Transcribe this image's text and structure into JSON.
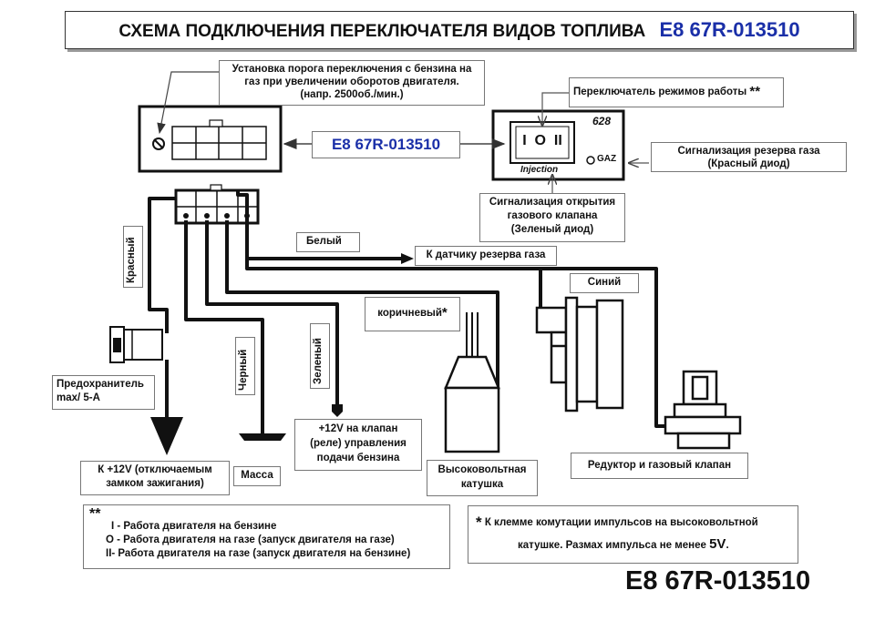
{
  "title": {
    "text": "СХЕМА ПОДКЛЮЧЕНИЯ ПЕРЕКЛЮЧАТЕЛЯ ВИДОВ ТОПЛИВА",
    "code": "E8 67R-013510"
  },
  "threshold_note": {
    "line1": "Установка порога переключения с бензина на",
    "line2": "газ при увеличении оборотов двигателя.",
    "line3": "(напр. 2500об./мин.)"
  },
  "center_code": "E8 67R-013510",
  "mode_switch": {
    "label": "Переключатель режимов работы",
    "mark": "**"
  },
  "switch_panel": {
    "model": "628",
    "positions": "I  O  II",
    "injection": "Injection",
    "gaz": "GAZ"
  },
  "gas_reserve": {
    "line1": "Сигнализация резерва газа",
    "line2": "(Красный диод)"
  },
  "valve_open": {
    "line1": "Сигнализация открытия",
    "line2": "газового клапана",
    "line3": "(Зеленый диод)"
  },
  "wires": {
    "white": "Белый",
    "sensor": "К датчику резерва газа",
    "blue": "Синий",
    "red": "Красный",
    "black": "Черный",
    "green": "Зеленый",
    "brown": "коричневый",
    "brown_mark": "*"
  },
  "fuse": {
    "line1": "Предохранитель",
    "line2": "max/ 5-A"
  },
  "ignition": {
    "line1": "К +12V (отключаемым",
    "line2": "замком зажигания)"
  },
  "ground": "Масса",
  "valve_relay": {
    "line1": "+12V  на клапан",
    "line2": "(реле) управления",
    "line3": "подачи бензина"
  },
  "coil": {
    "line1": "Высоковольтная",
    "line2": "катушка"
  },
  "reducer": "Редуктор и газовый клапан",
  "legend": {
    "mark": "**",
    "line1": "I -  Работа двигателя на бензине",
    "line2": "O - Работа двигателя на газе (запуск двигателя на газе)",
    "line3": "II-  Работа двигателя на газе (запуск двигателя на бензине)"
  },
  "footnote": {
    "mark": "*",
    "line1": "К клемме комутации импульсов на высоковольтной",
    "line2a": "катушке. Размах импульса не менее",
    "voltage": "5V",
    "line2b": "."
  },
  "bottom_code": "E8 67R-013510",
  "colors": {
    "accent_blue": "#1a2fa8",
    "wire": "#111111"
  }
}
